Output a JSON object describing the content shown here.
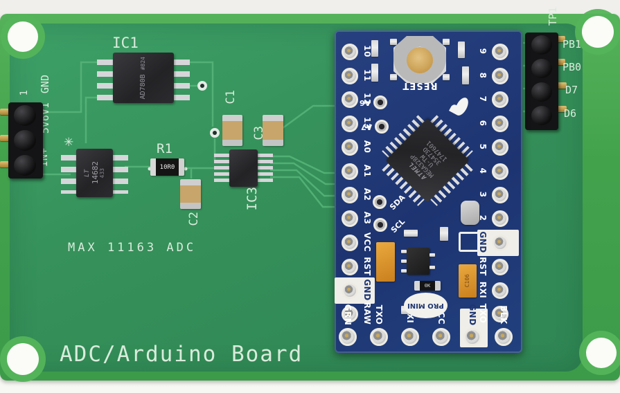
{
  "board": {
    "title": "ADC/Arduino Board",
    "subtitle": "MAX 11163 ADC"
  },
  "left_header": {
    "pin1": "1",
    "labels": [
      "GND",
      "5V6V1",
      "IN+"
    ]
  },
  "right_header": {
    "designator": "TP1",
    "pins": [
      "PB1",
      "PB0",
      "D7",
      "D6"
    ]
  },
  "components": {
    "ic1": {
      "designator": "IC1",
      "marking": "AD780B",
      "marking2": "#824"
    },
    "ic2": {
      "logo": "LT",
      "marking": "14682",
      "marking2": "433",
      "silk_star": "✳"
    },
    "ic3": {
      "designator": "IC3"
    },
    "r1": {
      "designator": "R1",
      "marking": "10R0"
    },
    "c1": {
      "designator": "C1"
    },
    "c2": {
      "designator": "C2"
    },
    "c3": {
      "designator": "C3"
    }
  },
  "arduino": {
    "reset_label": "RESET",
    "brand_label": "PRO MINI",
    "mcu": {
      "logo": "ATMEL",
      "line1": "MEGA328P",
      "line2": "U-TW",
      "line3": "35473D",
      "line4": "1747601"
    },
    "left_pins": [
      "10",
      "11",
      "12",
      "13",
      "A0",
      "A1",
      "A2",
      "A3",
      "VCC",
      "RST",
      "GND",
      "RAW"
    ],
    "right_pins": [
      "9",
      "8",
      "7",
      "6",
      "5",
      "4",
      "3",
      "2",
      "GND",
      "RST",
      "RXI",
      "TXO"
    ],
    "bottom_pins": [
      "GRN",
      "TXO",
      "RXI",
      "VCC",
      "GND",
      "BLK"
    ],
    "inner_pins": [
      "A6",
      "A7",
      "SDA",
      "SCL"
    ],
    "cap_marking": "C106",
    "res_marking": "0K"
  },
  "colors": {
    "pcb_field": "#35905c",
    "pcb_rim": "#49a850",
    "arduino_blue": "#20387c",
    "silkscreen": "#d9ecdc",
    "trace": "#56b478"
  }
}
